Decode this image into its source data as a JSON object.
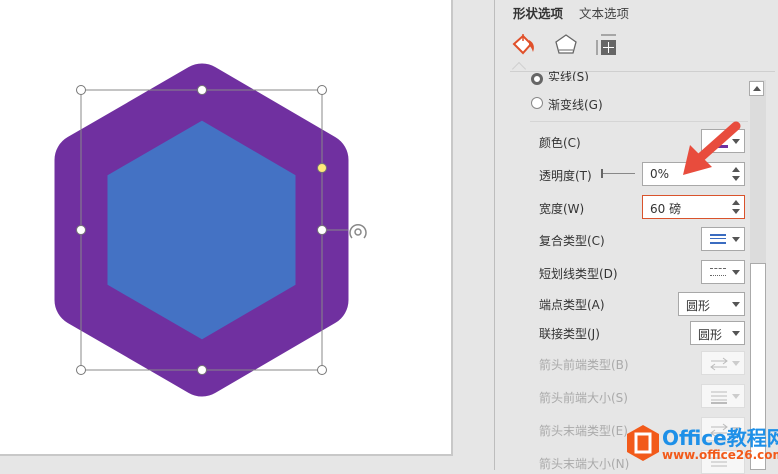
{
  "tabs": {
    "shape_options": "形状选项",
    "text_options": "文本选项"
  },
  "icons": [
    "fill-line-icon",
    "effects-pentagon-icon",
    "size-properties-icon"
  ],
  "line": {
    "solid_label": "实线(S)",
    "gradient_label": "渐变线(G)",
    "color_label": "颜色(C)",
    "color_value": "#7030a0",
    "transparency_label": "透明度(T)",
    "transparency_value": "0%",
    "width_label": "宽度(W)",
    "width_value": "60 磅",
    "compound_label": "复合类型(C)",
    "dash_label": "短划线类型(D)",
    "cap_label": "端点类型(A)",
    "cap_value": "圆形",
    "join_label": "联接类型(J)",
    "join_value": "圆形",
    "begin_arrow_type_label": "箭头前端类型(B)",
    "begin_arrow_size_label": "箭头前端大小(S)",
    "end_arrow_type_label": "箭头末端类型(E)",
    "end_arrow_size_label": "箭头末端大小(N)"
  },
  "shape": {
    "fill": "#4472c4",
    "outline": "#7030a0"
  },
  "annotation_arrow_color": "#e84c3d",
  "watermark": {
    "title": "Office教程网",
    "url": "www.office26.com",
    "logo_color": "#f25a1a",
    "text_color": "#1e90e8"
  }
}
